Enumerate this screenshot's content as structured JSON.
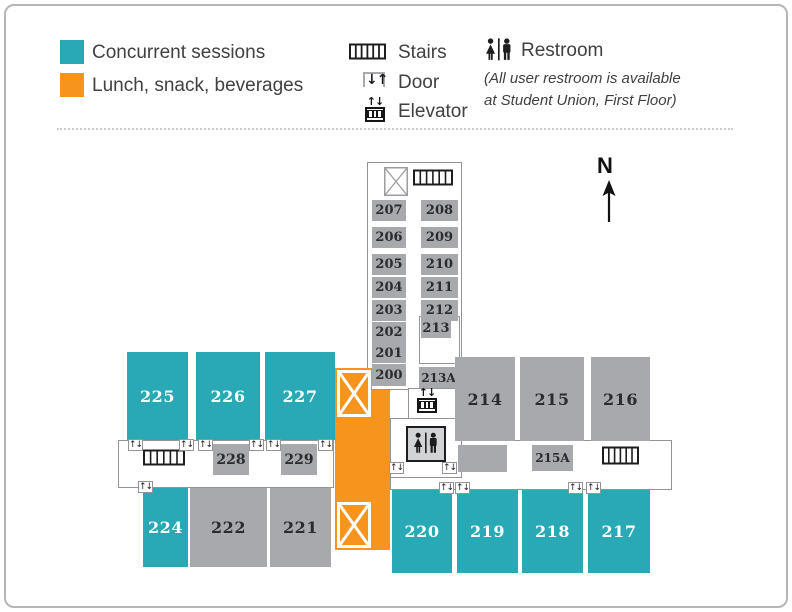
{
  "legend": {
    "concurrent_label": "Concurrent sessions",
    "lunch_label": "Lunch, snack, beverages",
    "stairs_label": "Stairs",
    "door_label": "Door",
    "elevator_label": "Elevator",
    "restroom_label": "Restroom",
    "restroom_note_line1": "(All user restroom is available",
    "restroom_note_line2": "at Student Union, First Floor)"
  },
  "compass": {
    "north_label": "N"
  },
  "colors": {
    "teal": "#29A9B5",
    "orange": "#F7941E",
    "room_gray": "#A7A9AC",
    "wall_gray": "#939598"
  },
  "rooms": {
    "r200": "200",
    "r201": "201",
    "r202": "202",
    "r203": "203",
    "r204": "204",
    "r205": "205",
    "r206": "206",
    "r207": "207",
    "r208": "208",
    "r209": "209",
    "r210": "210",
    "r211": "211",
    "r212": "212",
    "r213": "213",
    "r213a": "213A",
    "r214": "214",
    "r215": "215",
    "r215a": "215A",
    "r216": "216",
    "r217": "217",
    "r218": "218",
    "r219": "219",
    "r220": "220",
    "r221": "221",
    "r222": "222",
    "r224": "224",
    "r225": "225",
    "r226": "226",
    "r227": "227",
    "r228": "228",
    "r229": "229"
  }
}
